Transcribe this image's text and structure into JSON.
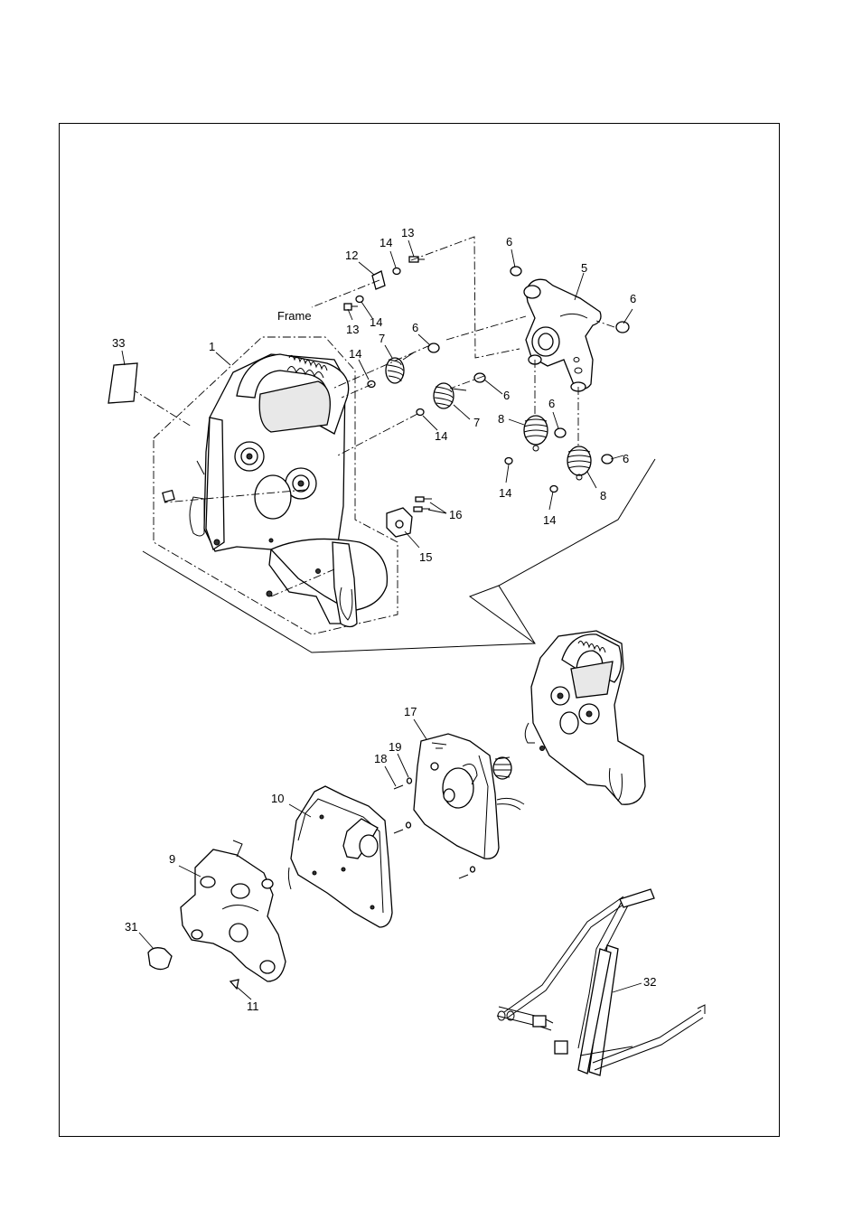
{
  "diagram": {
    "frame_label": "Frame",
    "callouts": [
      "1",
      "5",
      "6",
      "6",
      "6",
      "6",
      "6",
      "6",
      "7",
      "7",
      "8",
      "8",
      "9",
      "10",
      "11",
      "12",
      "13",
      "13",
      "14",
      "14",
      "14",
      "14",
      "14",
      "14",
      "15",
      "16",
      "17",
      "18",
      "19",
      "31",
      "32",
      "33"
    ]
  }
}
